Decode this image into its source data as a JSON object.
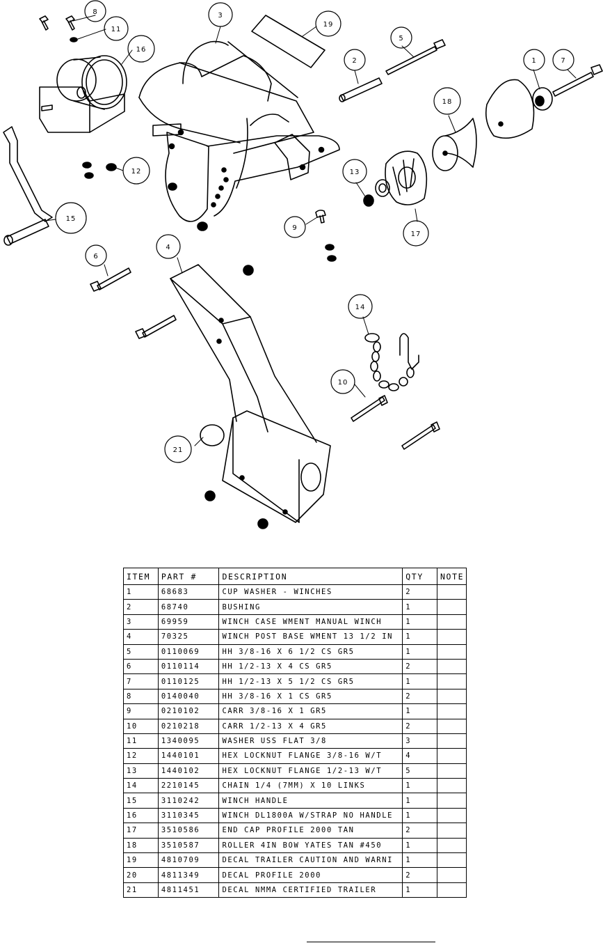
{
  "bom": {
    "headers": [
      "ITEM",
      "PART #",
      "DESCRIPTION",
      "QTY",
      "NOTE"
    ],
    "rows": [
      [
        "1",
        "68683",
        "CUP WASHER - WINCHES",
        "2",
        ""
      ],
      [
        "2",
        "68740",
        "BUSHING",
        "1",
        ""
      ],
      [
        "3",
        "69959",
        "WINCH CASE WMENT MANUAL WINCH",
        "1",
        ""
      ],
      [
        "4",
        "70325",
        "WINCH POST BASE WMENT 13 1/2 IN",
        "1",
        ""
      ],
      [
        "5",
        "0110069",
        "HH 3/8-16 X 6 1/2 CS GR5",
        "1",
        ""
      ],
      [
        "6",
        "0110114",
        "HH 1/2-13 X 4 CS GR5",
        "2",
        ""
      ],
      [
        "7",
        "0110125",
        "HH 1/2-13 X 5 1/2 CS GR5",
        "1",
        ""
      ],
      [
        "8",
        "0140040",
        "HH 3/8-16 X 1 CS GR5",
        "2",
        ""
      ],
      [
        "9",
        "0210102",
        "CARR 3/8-16 X 1 GR5",
        "1",
        ""
      ],
      [
        "10",
        "0210218",
        "CARR 1/2-13 X 4 GR5",
        "2",
        ""
      ],
      [
        "11",
        "1340095",
        "WASHER USS FLAT 3/8",
        "3",
        ""
      ],
      [
        "12",
        "1440101",
        "HEX LOCKNUT FLANGE 3/8-16 W/T",
        "4",
        ""
      ],
      [
        "13",
        "1440102",
        "HEX LOCKNUT FLANGE 1/2-13 W/T",
        "5",
        ""
      ],
      [
        "14",
        "2210145",
        "CHAIN 1/4 (7MM) X 10 LINKS",
        "1",
        ""
      ],
      [
        "15",
        "3110242",
        "WINCH HANDLE",
        "1",
        ""
      ],
      [
        "16",
        "3110345",
        "WINCH DL1800A W/STRAP  NO HANDLE",
        "1",
        ""
      ],
      [
        "17",
        "3510586",
        "END CAP PROFILE 2000 TAN",
        "2",
        ""
      ],
      [
        "18",
        "3510587",
        "ROLLER 4IN BOW YATES TAN #450",
        "1",
        ""
      ],
      [
        "19",
        "4810709",
        "DECAL TRAILER CAUTION AND WARNI",
        "1",
        ""
      ],
      [
        "20",
        "4811349",
        "DECAL PROFILE 2000",
        "2",
        ""
      ],
      [
        "21",
        "4811451",
        "DECAL NMMA CERTIFIED TRAILER",
        "1",
        ""
      ]
    ]
  },
  "callouts": {
    "c1": "1",
    "c2": "2",
    "c3": "3",
    "c4": "4",
    "c5": "5",
    "c6": "6",
    "c7": "7",
    "c8": "8",
    "c9": "9",
    "c10": "10",
    "c11": "11",
    "c12": "12",
    "c13": "13",
    "c14": "14",
    "c15": "15",
    "c16": "16",
    "c17": "17",
    "c18": "18",
    "c19": "19",
    "c21": "21"
  }
}
